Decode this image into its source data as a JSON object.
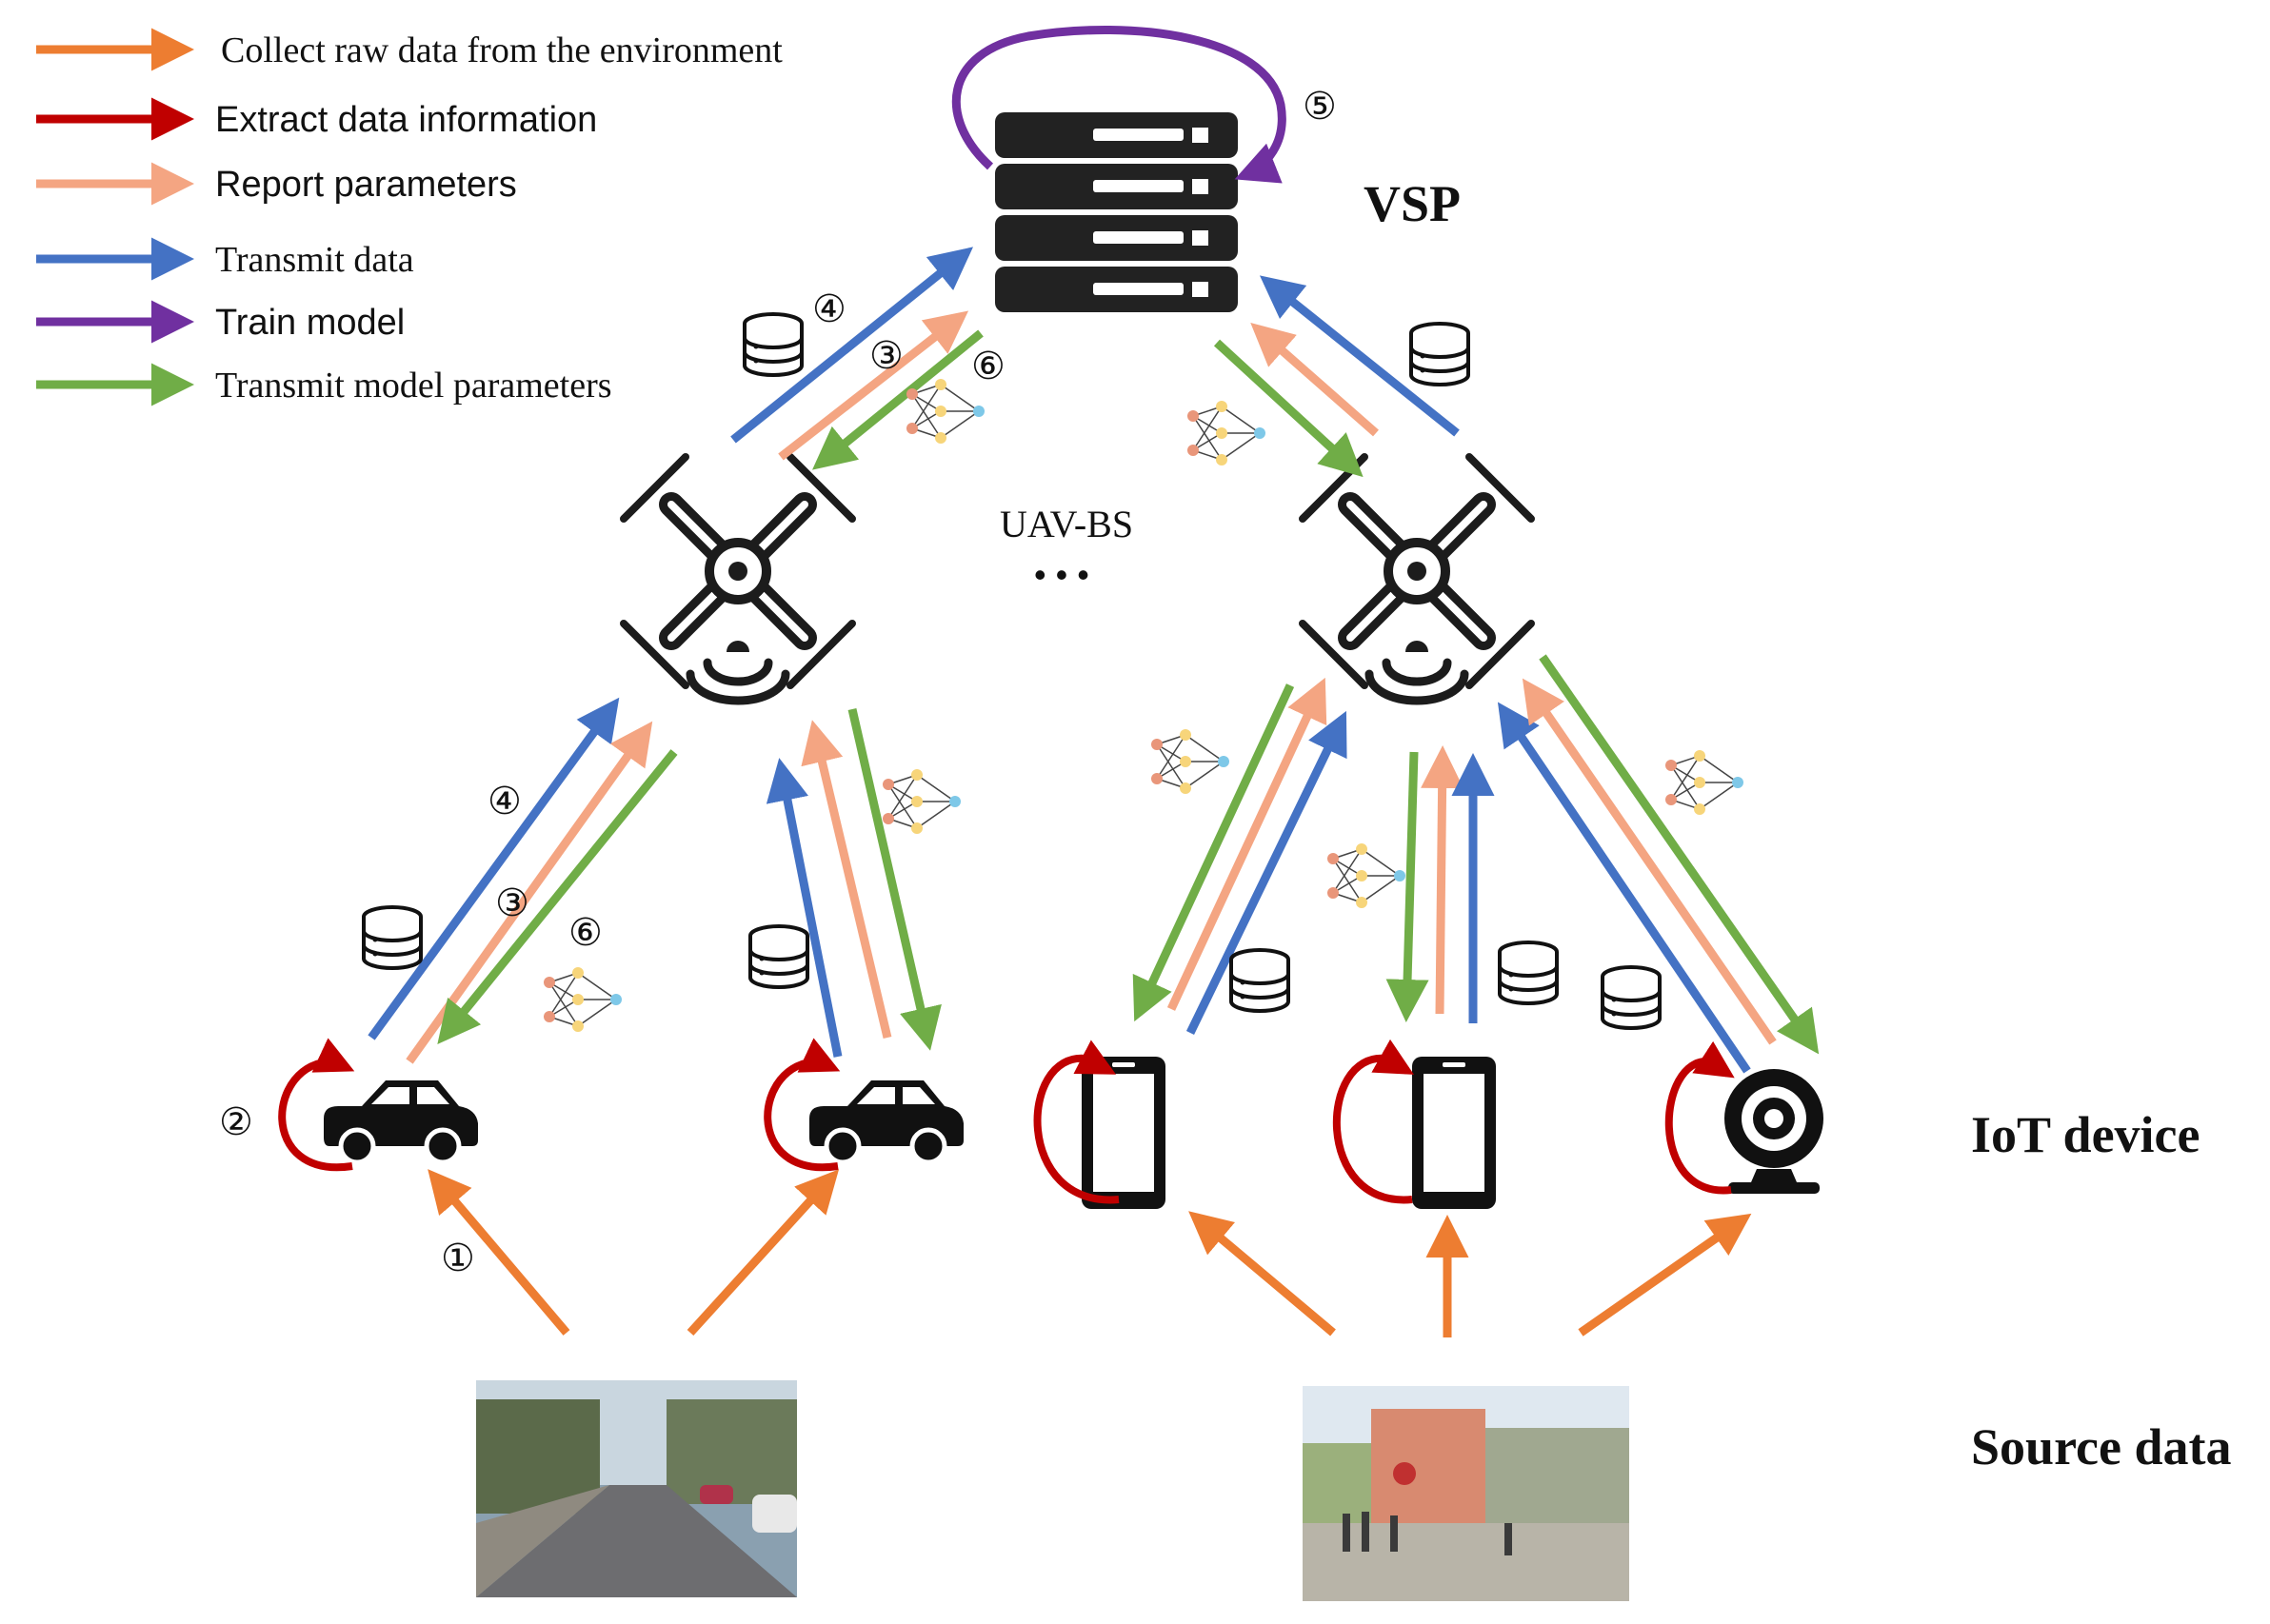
{
  "legend": [
    {
      "label": "Collect raw data from the environment",
      "color": "#ED7D31"
    },
    {
      "label": "Extract data information",
      "color": "#C00000"
    },
    {
      "label": "Report parameters",
      "color": "#F4A582"
    },
    {
      "label": "Transmit data",
      "color": "#4472C4"
    },
    {
      "label": "Train model",
      "color": "#7030A0"
    },
    {
      "label": "Transmit model parameters",
      "color": "#70AD47"
    }
  ],
  "labels": {
    "vsp": "VSP",
    "uav": "UAV-BS",
    "ellipsis": "• • •",
    "iot": "IoT device",
    "source": "Source data"
  },
  "steps": {
    "s1": "①",
    "s2": "②",
    "s3": "③",
    "s4": "④",
    "s5": "⑤",
    "s6": "⑥"
  },
  "icons": {
    "server": "server-icon",
    "uav": "drone-icon",
    "car": "car-icon",
    "phone": "smartphone-icon",
    "camera": "webcam-icon",
    "database": "database-icon",
    "model": "neural-network-icon",
    "photo": "photo-icon"
  }
}
